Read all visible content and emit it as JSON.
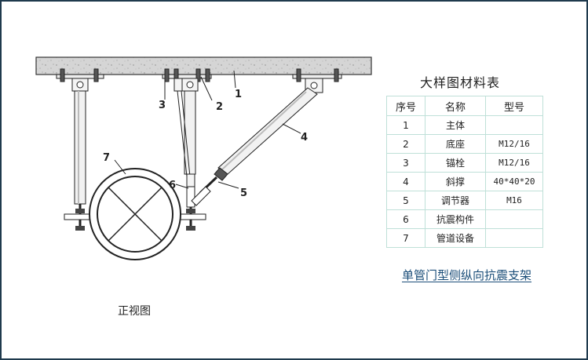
{
  "table": {
    "title": "大样图材料表",
    "headers": [
      "序号",
      "名称",
      "型号"
    ],
    "rows": [
      {
        "no": "1",
        "name": "主体",
        "model": ""
      },
      {
        "no": "2",
        "name": "底座",
        "model": "M12/16"
      },
      {
        "no": "3",
        "name": "锚栓",
        "model": "M12/16"
      },
      {
        "no": "4",
        "name": "斜撑",
        "model": "40*40*20"
      },
      {
        "no": "5",
        "name": "调节器",
        "model": "M16"
      },
      {
        "no": "6",
        "name": "抗震构件",
        "model": ""
      },
      {
        "no": "7",
        "name": "管道设备",
        "model": ""
      }
    ]
  },
  "diagram": {
    "title": "单管门型侧纵向抗震支架",
    "view_label": "正视图",
    "callouts": [
      "1",
      "2",
      "3",
      "4",
      "5",
      "6",
      "7"
    ]
  },
  "colors": {
    "frame": "#1f3a4d",
    "table_border": "#bfe0d8",
    "title_link": "#1b4e79",
    "concrete": "#d5d5d5"
  }
}
